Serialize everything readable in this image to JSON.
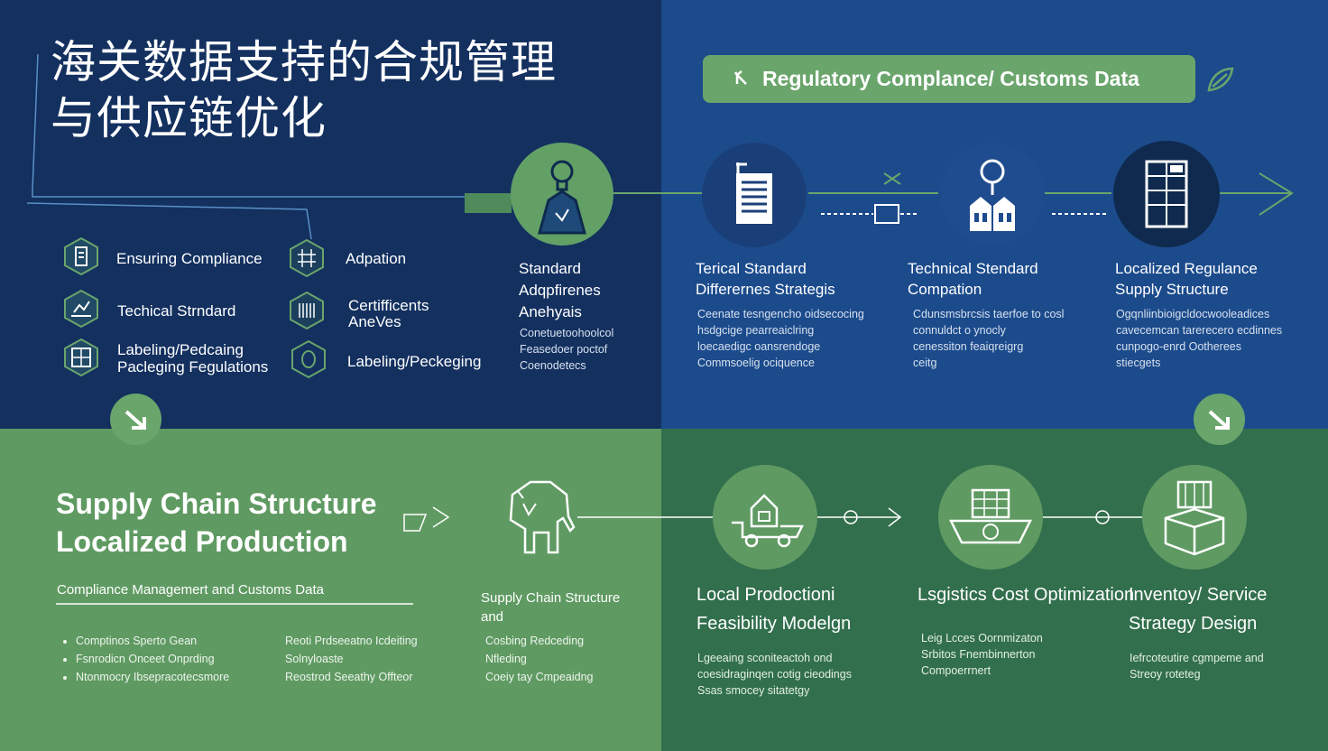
{
  "title": {
    "line1": "海关数据支持的合规管理",
    "line2": "与供应链优化"
  },
  "banner": {
    "label": "Regulatory Complance/ Customs Data"
  },
  "left_items": [
    {
      "label": "Ensuring Compliance",
      "icon": "hexagon-document-icon"
    },
    {
      "label": "Techical Strndard",
      "icon": "hexagon-chart-icon"
    },
    {
      "label": "Labeling/Pedcaing\nPacleging Fegulations",
      "icon": "hexagon-box-icon"
    },
    {
      "label": "Adpation",
      "icon": "hexagon-grid-icon"
    },
    {
      "label": "Certifficents\nAneVes",
      "icon": "hexagon-certificate-icon"
    },
    {
      "label": "Labeling/Peckeging",
      "icon": "hexagon-label-icon"
    }
  ],
  "top_steps": [
    {
      "title": "Standard\nAdqpfirenes\nAnehyais",
      "desc": "Conetuetoohoolcol\nFeasedoer poctof\nCoenodetecs",
      "icon": "person-icon"
    },
    {
      "title": "Terical Standard\nDifferernes Strategis",
      "desc": "Ceenate tesngencho oidsecocing\nhsdgcige pearreaiclring\nloecaedigc oansrendoge\nCommsoelig ociquence",
      "icon": "document-icon"
    },
    {
      "title": "Technical Stendard\nCompation",
      "desc": "Cdunsmsbrcsis taerfoe to cosl\nconnuldct o ynocly\ncenessiton feaiqreigrg\nceitg",
      "icon": "factory-icon"
    },
    {
      "title": "Localized Regulance\nSupply Structure",
      "desc": "Ogqnliinbioigcldocwooleadices\ncavecemcan tarerecero ecdinnes\ncunpogo-enrd Ootherees\nstiecgets",
      "icon": "building-icon"
    }
  ],
  "bottom": {
    "heading_line1": "Supply Chain Structure",
    "heading_line2": "Localized Production",
    "subheading": "Compliance Managemert and Customs Data",
    "bullets": [
      "Comptinos Sperto Gean",
      "Fsnrodicn Onceet Onprding",
      "Ntonmocry Ibsepracotecsmore"
    ],
    "col2": [
      "Reoti Prdseeatno Icdeiting",
      "Solnyloaste",
      "Reostrod Seeathy Offteor"
    ],
    "col3_title": "Supply Chain Structure\nand",
    "col3": [
      "Cosbing Redceding",
      "Nfleding",
      "Coeiy tay Cmpeaidng"
    ]
  },
  "bottom_steps": [
    {
      "title": "Local Prodoctioni\nFeasibility Modelgn",
      "desc": "Lgeeaing sconiteactoh ond\ncoesidraginqen cotig cieodings\nSsas smocey sitatetgy",
      "icon": "warehouse-truck-icon"
    },
    {
      "title": "Lsgistics Cost Optimization",
      "desc": "Leig Lcces Oornmizaton\nSrbitos Fnembinnerton\nCompoerrnert",
      "icon": "cargo-ship-icon"
    },
    {
      "title": "Inventoy/ Service\nStrategy Design",
      "desc": "Iefrcoteutire cgmpeme and\nStreoy roteteg",
      "icon": "inventory-boxes-icon"
    }
  ],
  "colors": {
    "navy": "#13305f",
    "blue": "#1c4b8c",
    "green": "#5f9a62",
    "darkgreen": "#326f4d",
    "accent": "#6aa56c"
  }
}
